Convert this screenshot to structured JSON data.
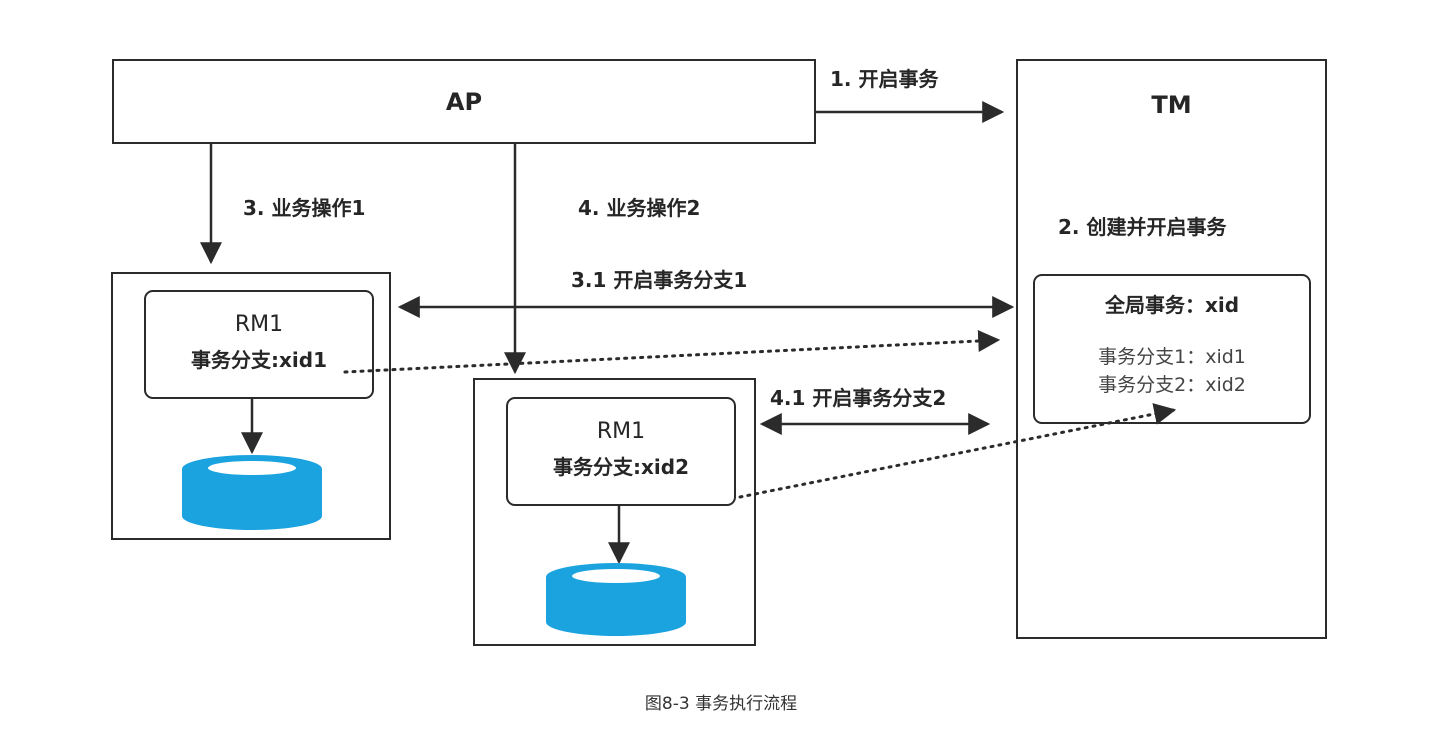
{
  "nodes": {
    "ap": {
      "label": "AP"
    },
    "tm": {
      "label": "TM",
      "step": "2. 创建并开启事务"
    },
    "global_tx": {
      "title": "全局事务：xid",
      "branch1": "事务分支1：xid1",
      "branch2": "事务分支2：xid2"
    },
    "rm_left": {
      "name": "RM1",
      "branch": "事务分支:xid1"
    },
    "rm_right": {
      "name": "RM1",
      "branch": "事务分支:xid2"
    }
  },
  "edges": {
    "start_tx": "1. 开启事务",
    "biz_op1": "3. 业务操作1",
    "biz_op2": "4. 业务操作2",
    "open_branch1": "3.1 开启事务分支1",
    "open_branch2": "4.1 开启事务分支2"
  },
  "caption": "图8-3 事务执行流程",
  "colors": {
    "line": "#2b2b2b",
    "db_fill": "#1aa3de",
    "db_top": "#4fc3ee"
  }
}
